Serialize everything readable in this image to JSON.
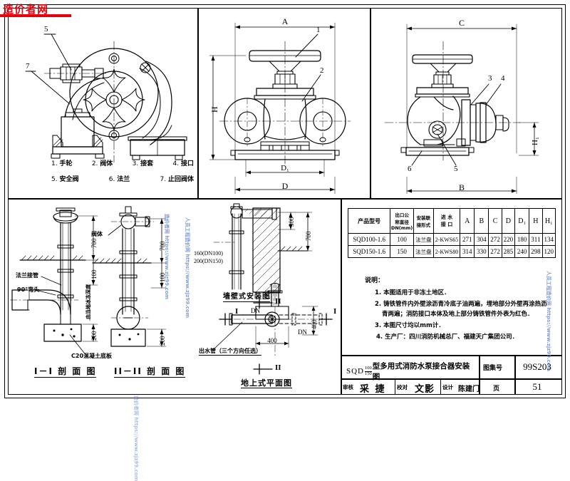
{
  "watermark": {
    "logo": "造价者网",
    "side_texts": [
      "造价者网 https://www.zjz99.com",
      "人员工程造价网 https://www.zjz99.com",
      "人员工程造价网 https://www.zjz99.com"
    ]
  },
  "views": {
    "isometric": {
      "callouts": [
        "5",
        "7"
      ]
    },
    "front": {
      "callouts": [
        "1",
        "2"
      ],
      "dims": {
        "top": "A",
        "left": "H",
        "inner_bottom": "D₁",
        "bottom": "D"
      }
    },
    "side": {
      "callouts": [
        "3",
        "4",
        "5",
        "6"
      ],
      "dims": {
        "top": "C",
        "right": "H₁",
        "bottom": "B"
      }
    }
  },
  "parts_list": {
    "row1": [
      {
        "no": "1.",
        "name": "手轮"
      },
      {
        "no": "2.",
        "name": "阀体"
      },
      {
        "no": "3.",
        "name": "接套"
      },
      {
        "no": "4.",
        "name": "接口"
      }
    ],
    "row2": [
      {
        "no": "5.",
        "name": "安全阀"
      },
      {
        "no": "6.",
        "name": "法兰"
      },
      {
        "no": "7.",
        "name": "止回阀体"
      }
    ]
  },
  "section_I": {
    "title": "I－I 剖 面 图",
    "labels": {
      "flange_pipe": "法兰接管",
      "elbow": "90°弯头",
      "concrete": "C20混凝土底板",
      "depth_note": "由当地冰冻深度"
    },
    "dims": [
      "700",
      "100",
      "200"
    ]
  },
  "section_II": {
    "title": "II－II 剖 面 图",
    "labels": {
      "valve": "阀体"
    },
    "dims": [
      "700",
      "100",
      "200"
    ]
  },
  "wall_view": {
    "title": "墙壁式安装图",
    "dims": [
      "300",
      "700"
    ],
    "pipe_note_1": "160(DN100)",
    "pipe_note_2": "200(DN150)"
  },
  "plan_view": {
    "title": "地上式平面图",
    "marks": {
      "I_left": "I",
      "I_right": "I",
      "II_top": "II",
      "II_bottom": "II"
    },
    "labels": {
      "dn_left": "DN",
      "dn_right": "DN",
      "dn_top": "DN",
      "outlet": "出水管（三个方向任选）"
    },
    "dims": [
      "400",
      "400"
    ]
  },
  "spec_table": {
    "headers": [
      "产品型号",
      "出口公称直径DN(mm)",
      "安装联接形式",
      "进 水接 口",
      "A",
      "B",
      "C",
      "D",
      "D₁",
      "H",
      "H₁"
    ],
    "header_lines": {
      "c0": [
        "产品型号"
      ],
      "c1": [
        "出口公",
        "称直径",
        "DN(mm)"
      ],
      "c2": [
        "安装联",
        "接形式"
      ],
      "c3": [
        "进  水",
        "接  口"
      ],
      "c4": [
        "A"
      ],
      "c5": [
        "B"
      ],
      "c6": [
        "C"
      ],
      "c7": [
        "D"
      ],
      "c8": [
        "D₁"
      ],
      "c9": [
        "H"
      ],
      "c10": [
        "H₁"
      ]
    },
    "rows": [
      {
        "model": "SQD100-1.6",
        "dn": "100",
        "conn": "法兰盘",
        "inlet": "2-KWS65",
        "A": "271",
        "B": "304",
        "C": "272",
        "D": "220",
        "D1": "180",
        "H": "311",
        "H1": "134"
      },
      {
        "model": "SQD150-1.6",
        "dn": "150",
        "conn": "法兰盘",
        "inlet": "2-KWS80",
        "A": "314",
        "B": "330",
        "C": "272",
        "D": "285",
        "D1": "240",
        "H": "298",
        "H1": "120"
      }
    ]
  },
  "notes": {
    "title": "说明：",
    "items": [
      "1. 本图适用于非冻土地区．",
      "2. 铸铁管件内外壁涂沥青冷底子油两遍，埋地部分外壁再涂热沥",
      "青两遍；消防接口本体及地上部分铸铁管件外表为红色．",
      "3. 本图尺寸均以mm计．",
      "4. 生产厂：四川消防机械总厂、福建天广集团公司．"
    ]
  },
  "title_block": {
    "drawing_title_prefix": "SQD",
    "drawing_title_frac_top": "100",
    "drawing_title_frac_bottom": "150",
    "drawing_title_suffix": "型多用式消防水泵接合器安装图",
    "atlas_label": "图集号",
    "atlas_value": "99S203",
    "page_label": "页",
    "page_value": "51",
    "review_label": "审核",
    "review_value": "采 捷",
    "check_label": "校对",
    "check_value": "文影",
    "design_label": "设计",
    "design_value": "陈建门"
  },
  "colors": {
    "ink": "#000000",
    "logo_red": "#e8000d",
    "watermark_blue": "#5b7fc7"
  }
}
